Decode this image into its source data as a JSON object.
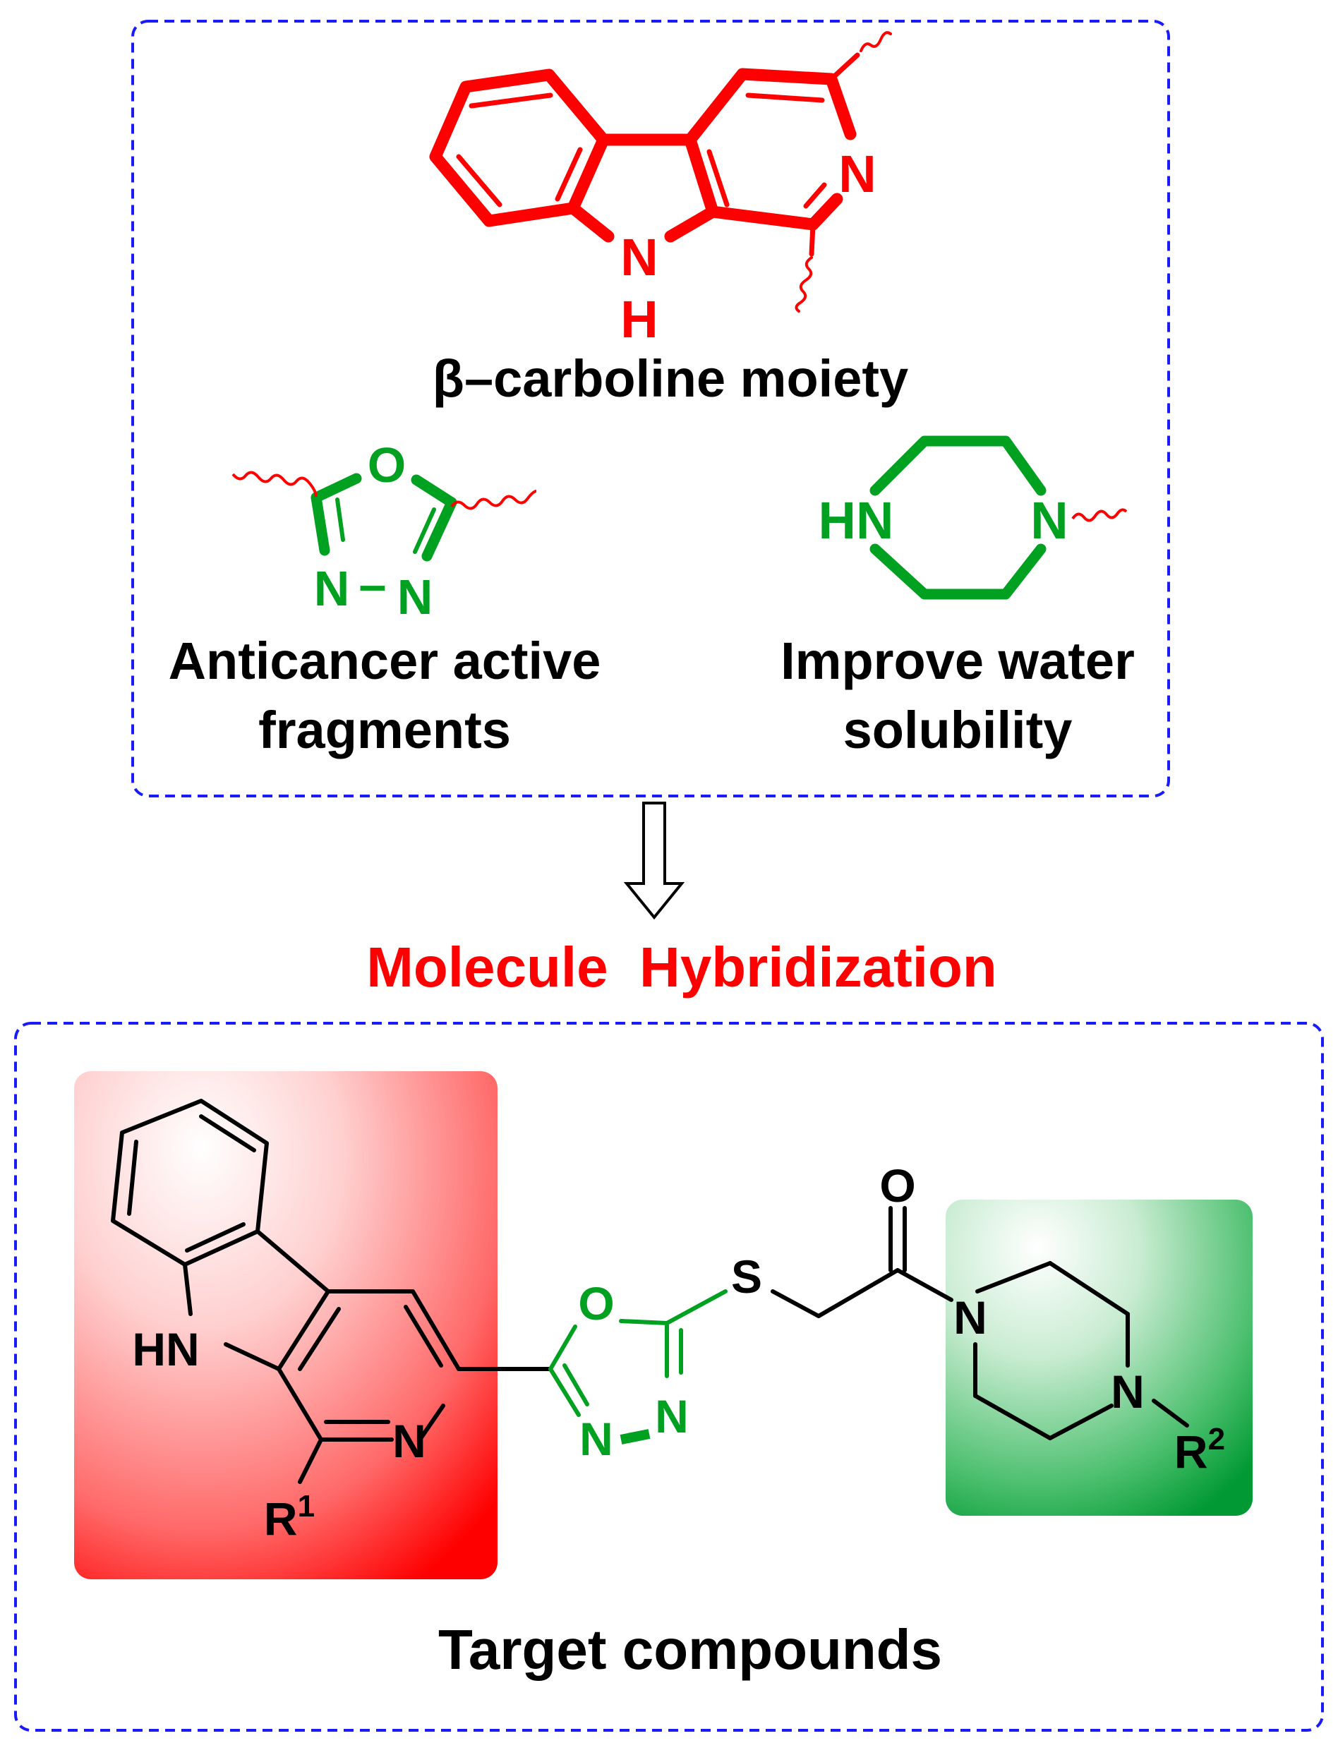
{
  "colors": {
    "red": "#ff0000",
    "green": "#00a020",
    "blue": "#1a1aff",
    "black": "#000000",
    "highlight_red": "#ff0000",
    "highlight_green": "#009933"
  },
  "top_panel": {
    "beta_carboline": {
      "atom_N_ring": "N",
      "atom_N_indole": "N",
      "atom_H_indole": "H",
      "caption": "β–carboline moiety"
    },
    "oxadiazole": {
      "atom_O": "O",
      "atom_N1": "N",
      "atom_N2": "N",
      "bond_dash": "–",
      "caption_line1": "Anticancer active",
      "caption_line2": "fragments"
    },
    "piperazine": {
      "atom_HN": "HN",
      "atom_N": "N",
      "caption_line1": "Improve water",
      "caption_line2": "solubility"
    }
  },
  "arrow_label": "Molecule  Hybridization",
  "bottom_panel": {
    "atom_HN": "HN",
    "atom_N_pyridine": "N",
    "r1_base": "R",
    "r1_sup": "1",
    "atom_O_oxadiazole": "O",
    "atom_N_ox1": "N",
    "atom_N_ox2": "N",
    "atom_S": "S",
    "atom_O_carbonyl": "O",
    "atom_N_pip1": "N",
    "atom_N_pip2": "N",
    "r2_base": "R",
    "r2_sup": "2",
    "caption": "Target compounds"
  }
}
